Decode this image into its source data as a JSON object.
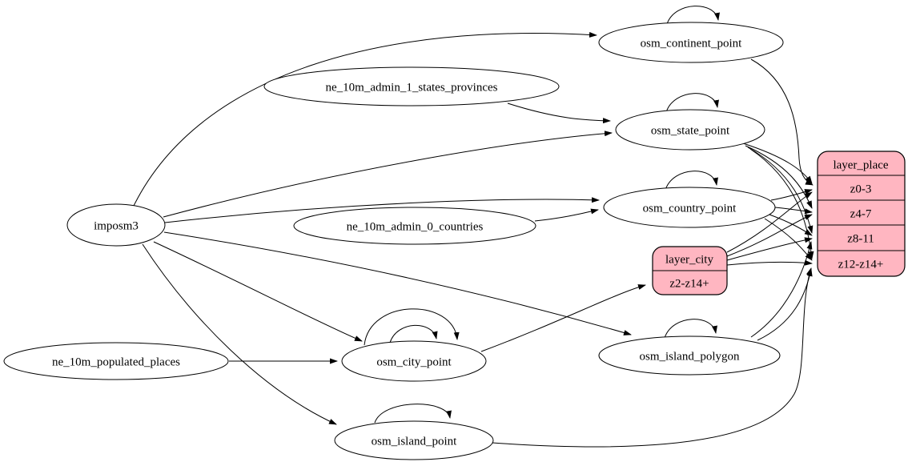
{
  "diagram": {
    "type": "graphviz-etl-dependency-graph",
    "background_color": "#ffffff",
    "edge_color": "#000000",
    "table_node_fill": "#ffffff",
    "layer_node_fill": "#ffb6c1",
    "nodes": {
      "imposm3": {
        "label": "imposm3",
        "shape": "ellipse"
      },
      "ne_10m_admin_1_states_provinces": {
        "label": "ne_10m_admin_1_states_provinces",
        "shape": "ellipse"
      },
      "ne_10m_admin_0_countries": {
        "label": "ne_10m_admin_0_countries",
        "shape": "ellipse"
      },
      "ne_10m_populated_places": {
        "label": "ne_10m_populated_places",
        "shape": "ellipse"
      },
      "osm_continent_point": {
        "label": "osm_continent_point",
        "shape": "ellipse"
      },
      "osm_state_point": {
        "label": "osm_state_point",
        "shape": "ellipse"
      },
      "osm_country_point": {
        "label": "osm_country_point",
        "shape": "ellipse"
      },
      "osm_city_point": {
        "label": "osm_city_point",
        "shape": "ellipse"
      },
      "osm_island_polygon": {
        "label": "osm_island_polygon",
        "shape": "ellipse"
      },
      "osm_island_point": {
        "label": "osm_island_point",
        "shape": "ellipse"
      }
    },
    "records": {
      "layer_place": {
        "title": "layer_place",
        "fill": "#ffb6c1",
        "rows": [
          "z0-3",
          "z4-7",
          "z8-11",
          "z12-z14+"
        ]
      },
      "layer_city": {
        "title": "layer_city",
        "fill": "#ffb6c1",
        "rows": [
          "z2-z14+"
        ]
      }
    },
    "edges": [
      {
        "from": "imposm3",
        "to": "osm_continent_point"
      },
      {
        "from": "imposm3",
        "to": "osm_state_point"
      },
      {
        "from": "imposm3",
        "to": "osm_country_point"
      },
      {
        "from": "imposm3",
        "to": "osm_city_point"
      },
      {
        "from": "imposm3",
        "to": "osm_island_polygon"
      },
      {
        "from": "imposm3",
        "to": "osm_island_point"
      },
      {
        "from": "ne_10m_admin_1_states_provinces",
        "to": "osm_state_point"
      },
      {
        "from": "ne_10m_admin_0_countries",
        "to": "osm_country_point"
      },
      {
        "from": "ne_10m_populated_places",
        "to": "osm_city_point"
      },
      {
        "from": "osm_continent_point",
        "to": "osm_continent_point",
        "self_loop": true
      },
      {
        "from": "osm_state_point",
        "to": "osm_state_point",
        "self_loop": true
      },
      {
        "from": "osm_country_point",
        "to": "osm_country_point",
        "self_loop": true
      },
      {
        "from": "osm_city_point",
        "to": "osm_city_point",
        "self_loop": true
      },
      {
        "from": "osm_city_point",
        "to": "osm_city_point",
        "self_loop": true
      },
      {
        "from": "osm_island_polygon",
        "to": "osm_island_polygon",
        "self_loop": true
      },
      {
        "from": "osm_island_point",
        "to": "osm_island_point",
        "self_loop": true
      },
      {
        "from": "osm_continent_point",
        "to": "layer_place",
        "port": "z0-3"
      },
      {
        "from": "osm_state_point",
        "to": "layer_place",
        "port": "z0-3"
      },
      {
        "from": "osm_state_point",
        "to": "layer_place",
        "port": "z4-7"
      },
      {
        "from": "osm_state_point",
        "to": "layer_place",
        "port": "z8-11"
      },
      {
        "from": "osm_state_point",
        "to": "layer_place",
        "port": "z12-z14+"
      },
      {
        "from": "osm_country_point",
        "to": "layer_place",
        "port": "z0-3"
      },
      {
        "from": "osm_country_point",
        "to": "layer_place",
        "port": "z4-7"
      },
      {
        "from": "osm_country_point",
        "to": "layer_place",
        "port": "z8-11"
      },
      {
        "from": "osm_country_point",
        "to": "layer_place",
        "port": "z12-z14+"
      },
      {
        "from": "layer_city",
        "to": "layer_place",
        "port": "z0-3"
      },
      {
        "from": "layer_city",
        "to": "layer_place",
        "port": "z4-7"
      },
      {
        "from": "layer_city",
        "to": "layer_place",
        "port": "z8-11"
      },
      {
        "from": "layer_city",
        "to": "layer_place",
        "port": "z12-z14+"
      },
      {
        "from": "osm_island_polygon",
        "to": "layer_place",
        "port": "z8-11"
      },
      {
        "from": "osm_island_polygon",
        "to": "layer_place",
        "port": "z12-z14+"
      },
      {
        "from": "osm_island_point",
        "to": "layer_place",
        "port": "z12-z14+"
      },
      {
        "from": "osm_city_point",
        "to": "layer_city",
        "port": "z2-z14+"
      }
    ]
  }
}
